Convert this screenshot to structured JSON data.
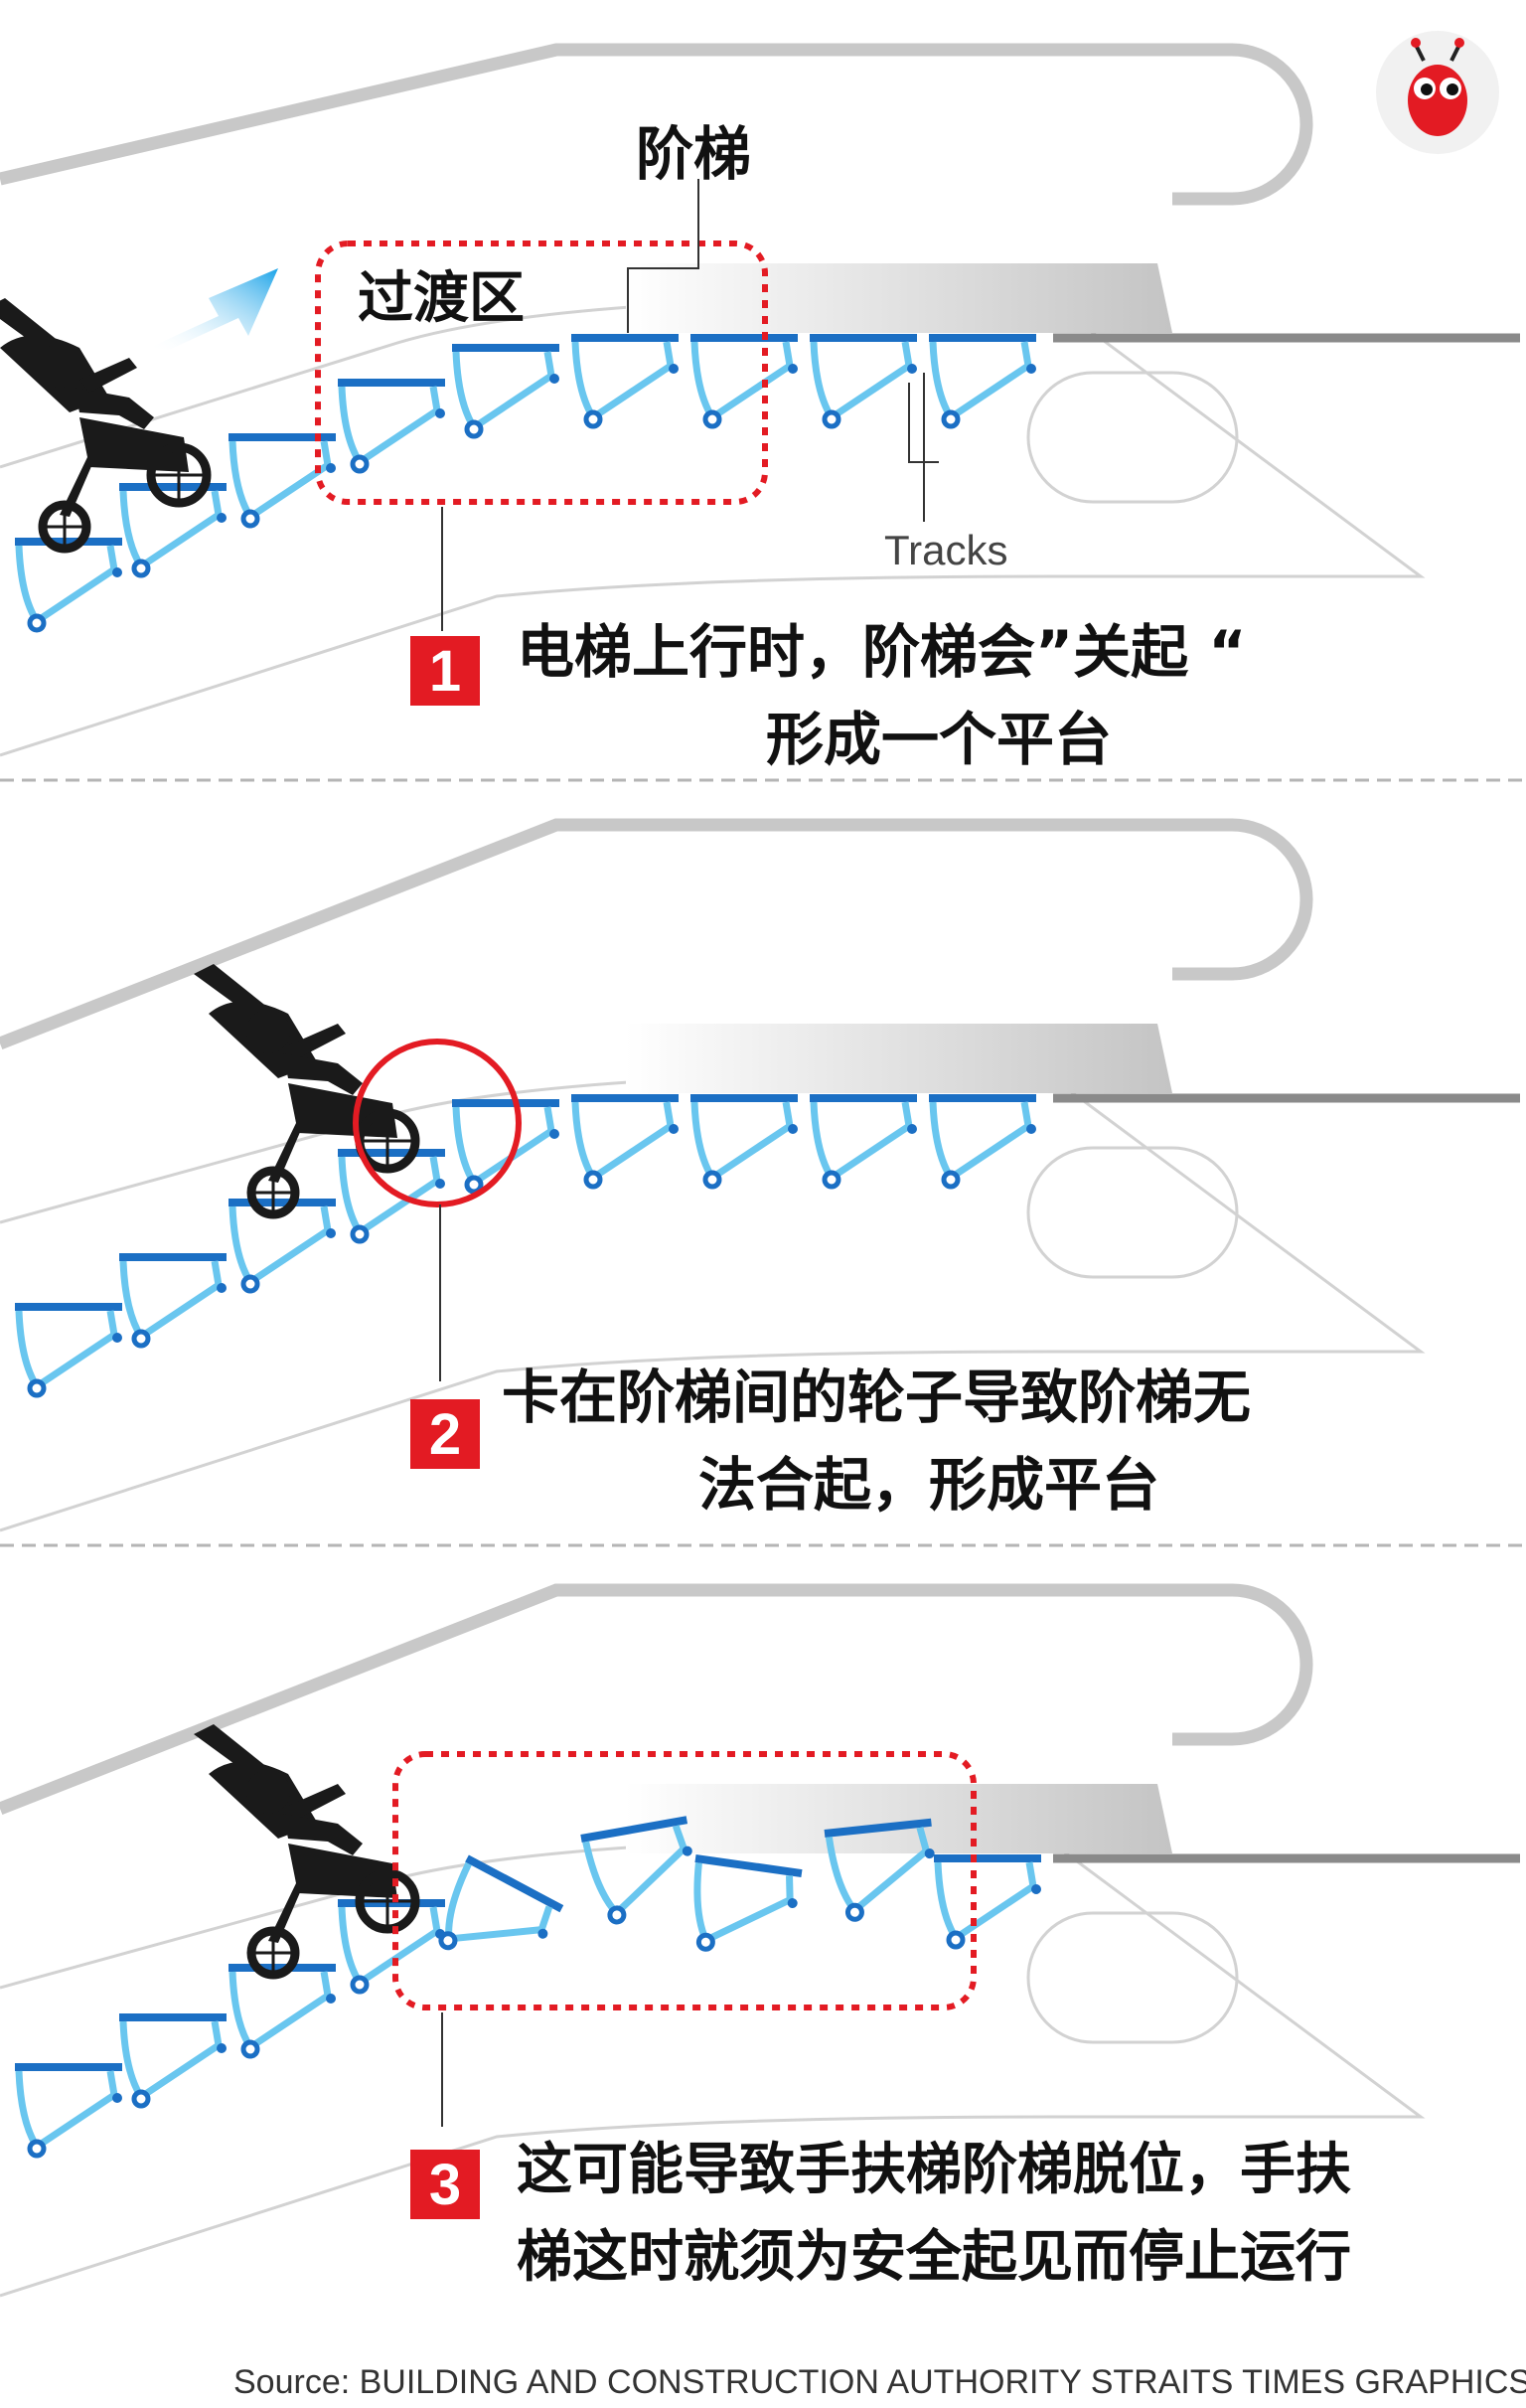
{
  "colors": {
    "step_dark": "#1b6fc4",
    "step_light": "#69c6ef",
    "rail": "#c8c8c8",
    "guide": "#d2d2d2",
    "highlight": "#e31b23",
    "arrow": "#1aa3e8"
  },
  "icons": [
    "ant-logo-icon",
    "stroller-icon",
    "arrow-right-icon"
  ],
  "panel1": {
    "label_steps": "阶梯",
    "label_transition": "过渡区",
    "label_tracks": "Tracks",
    "number": "1",
    "caption_line1": "电梯上行时，阶梯会”关起 “",
    "caption_line2": "形成一个平台"
  },
  "panel2": {
    "number": "2",
    "caption_line1": "卡在阶梯间的轮子导致阶梯无",
    "caption_line2": "法合起，形成平台"
  },
  "panel3": {
    "number": "3",
    "caption_line1": "这可能导致手扶梯阶梯脱位，手扶",
    "caption_line2": "梯这时就须为安全起见而停止运行"
  },
  "footer": {
    "source": "Source: BUILDING AND CONSTRUCTION AUTHORITY   STRAITS TIMES GRAPHICS"
  }
}
